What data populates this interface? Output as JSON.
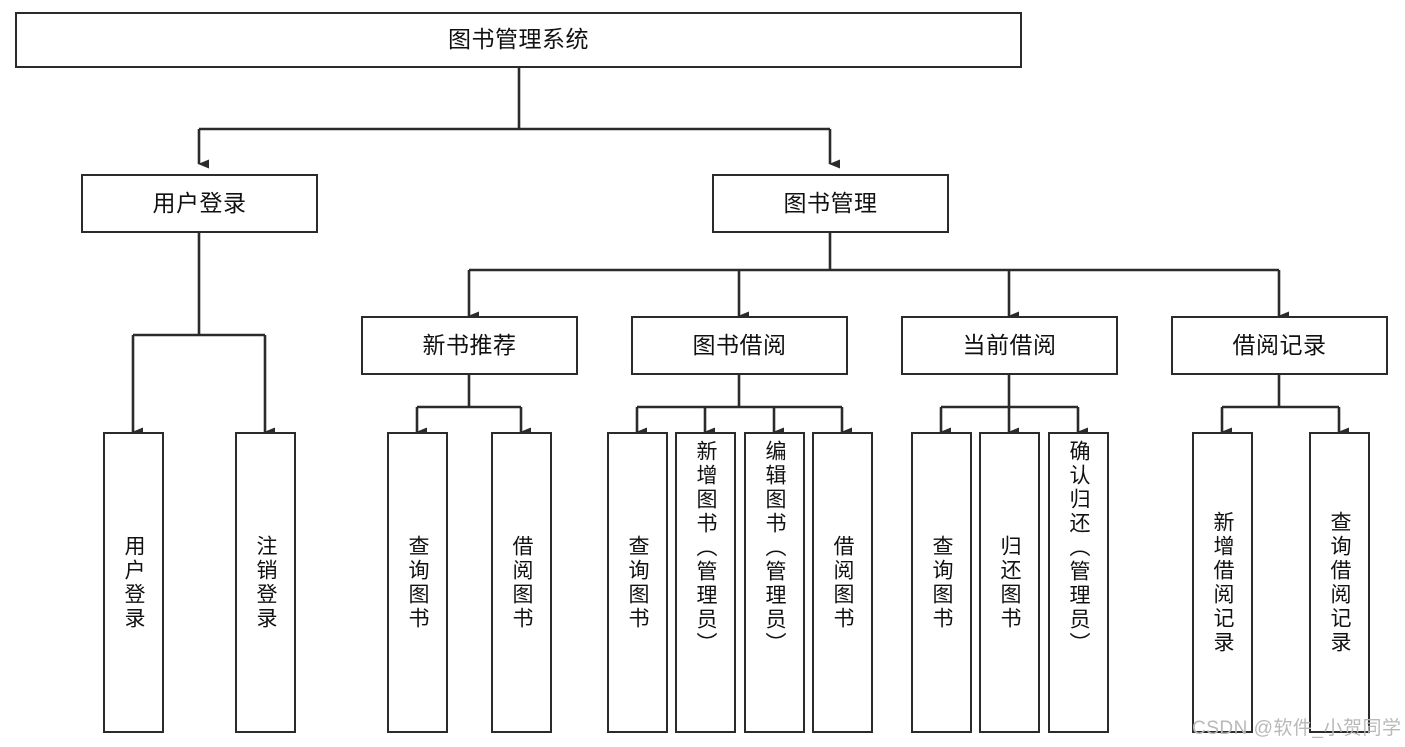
{
  "diagram": {
    "type": "tree-hierarchy-flowchart",
    "title": "图书管理系统",
    "levels": {
      "root": {
        "label": "图书管理系统"
      },
      "level2": [
        {
          "id": "user-login",
          "label": "用户登录"
        },
        {
          "id": "book-management",
          "label": "图书管理"
        }
      ],
      "level3": [
        {
          "id": "new-book-recommend",
          "label": "新书推荐",
          "parent": "book-management"
        },
        {
          "id": "book-borrow",
          "label": "图书借阅",
          "parent": "book-management"
        },
        {
          "id": "current-borrow",
          "label": "当前借阅",
          "parent": "book-management"
        },
        {
          "id": "borrow-record",
          "label": "借阅记录",
          "parent": "book-management"
        }
      ],
      "leaves": [
        {
          "id": "leaf-user-login",
          "label": "用户登录",
          "parent": "user-login",
          "align": "center"
        },
        {
          "id": "leaf-user-logout",
          "label": "注销登录",
          "parent": "user-login",
          "align": "center"
        },
        {
          "id": "leaf-query-book-1",
          "label": "查询图书",
          "parent": "new-book-recommend",
          "align": "center"
        },
        {
          "id": "leaf-borrow-book-1",
          "label": "借阅图书",
          "parent": "new-book-recommend",
          "align": "center"
        },
        {
          "id": "leaf-query-book-2",
          "label": "查询图书",
          "parent": "book-borrow",
          "align": "center"
        },
        {
          "id": "leaf-add-book",
          "label": "新增图书（管理员）",
          "parent": "book-borrow",
          "align": "top"
        },
        {
          "id": "leaf-edit-book",
          "label": "编辑图书（管理员）",
          "parent": "book-borrow",
          "align": "top"
        },
        {
          "id": "leaf-borrow-book-2",
          "label": "借阅图书",
          "parent": "book-borrow",
          "align": "center"
        },
        {
          "id": "leaf-query-book-3",
          "label": "查询图书",
          "parent": "current-borrow",
          "align": "center"
        },
        {
          "id": "leaf-return-book",
          "label": "归还图书",
          "parent": "current-borrow",
          "align": "center"
        },
        {
          "id": "leaf-confirm-return",
          "label": "确认归还（管理员）",
          "parent": "current-borrow",
          "align": "top"
        },
        {
          "id": "leaf-add-record",
          "label": "新增借阅记录",
          "parent": "borrow-record",
          "align": "center"
        },
        {
          "id": "leaf-query-record",
          "label": "查询借阅记录",
          "parent": "borrow-record",
          "align": "center"
        }
      ]
    },
    "colors": {
      "stroke": "#2b2b2b",
      "fill": "#ffffff",
      "text": "#111111",
      "watermark": "#b9b9b9"
    }
  },
  "watermark": {
    "text": "CSDN @软件_小贺同学"
  }
}
